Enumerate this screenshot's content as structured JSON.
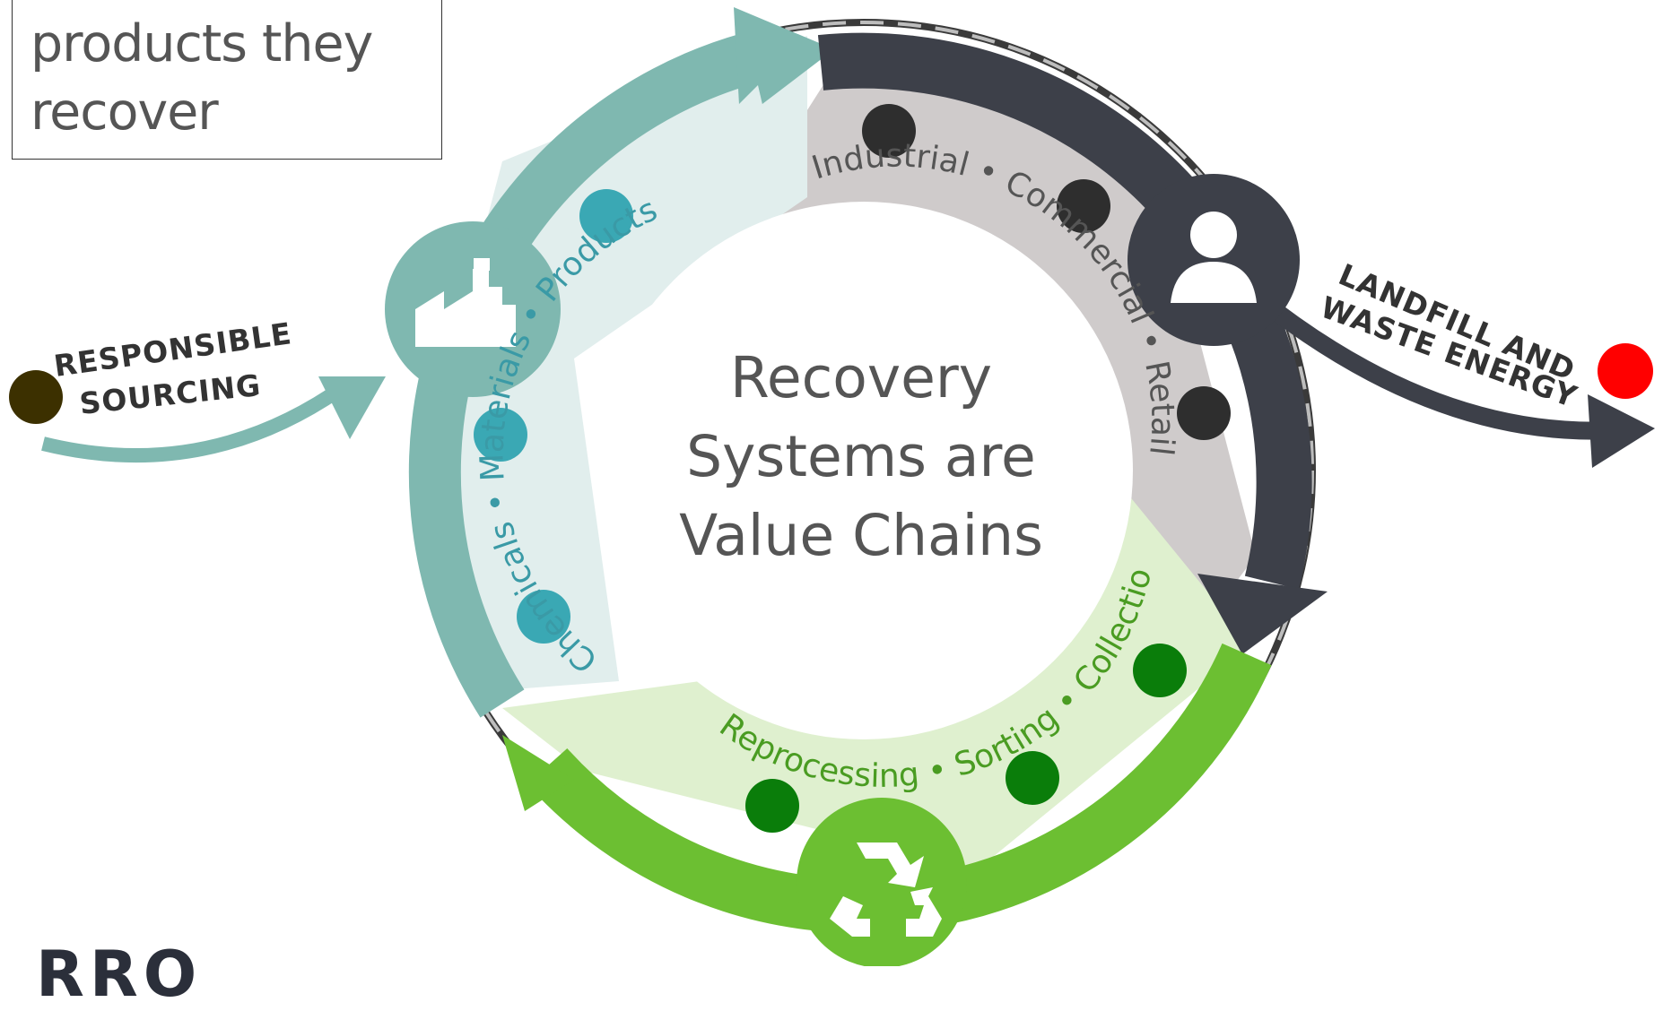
{
  "callout": {
    "lines": [
      "products they",
      "recover"
    ]
  },
  "center": {
    "lines": [
      "Recovery",
      "Systems are",
      "Value Chains"
    ]
  },
  "segments": {
    "manufacturing": {
      "label": "Chemicals • Materials • Products",
      "color": "#7fb8b0"
    },
    "consumption": {
      "label": "Industrial • Commercial • Retail",
      "color": "#3d4049"
    },
    "recovery": {
      "label": "Reprocessing • Sorting • Collection",
      "color": "#6cbf32"
    }
  },
  "flows": {
    "inflow": {
      "lines": [
        "RESPONSIBLE",
        "SOURCING"
      ]
    },
    "outflow": {
      "lines": [
        "LANDFILL AND",
        "WASTE ENERGY"
      ]
    }
  },
  "icons": [
    "factory-icon",
    "person-icon",
    "recycle-icon"
  ],
  "colors": {
    "teal": "#7fb8b0",
    "teal_dot": "#3aa8b4",
    "dark": "#3d4049",
    "green": "#6cbf32",
    "green_dot": "#0a7d0a",
    "source_dot": "#3c3000",
    "landfill_dot": "#ff0000"
  },
  "logo_fragment": "RRO"
}
